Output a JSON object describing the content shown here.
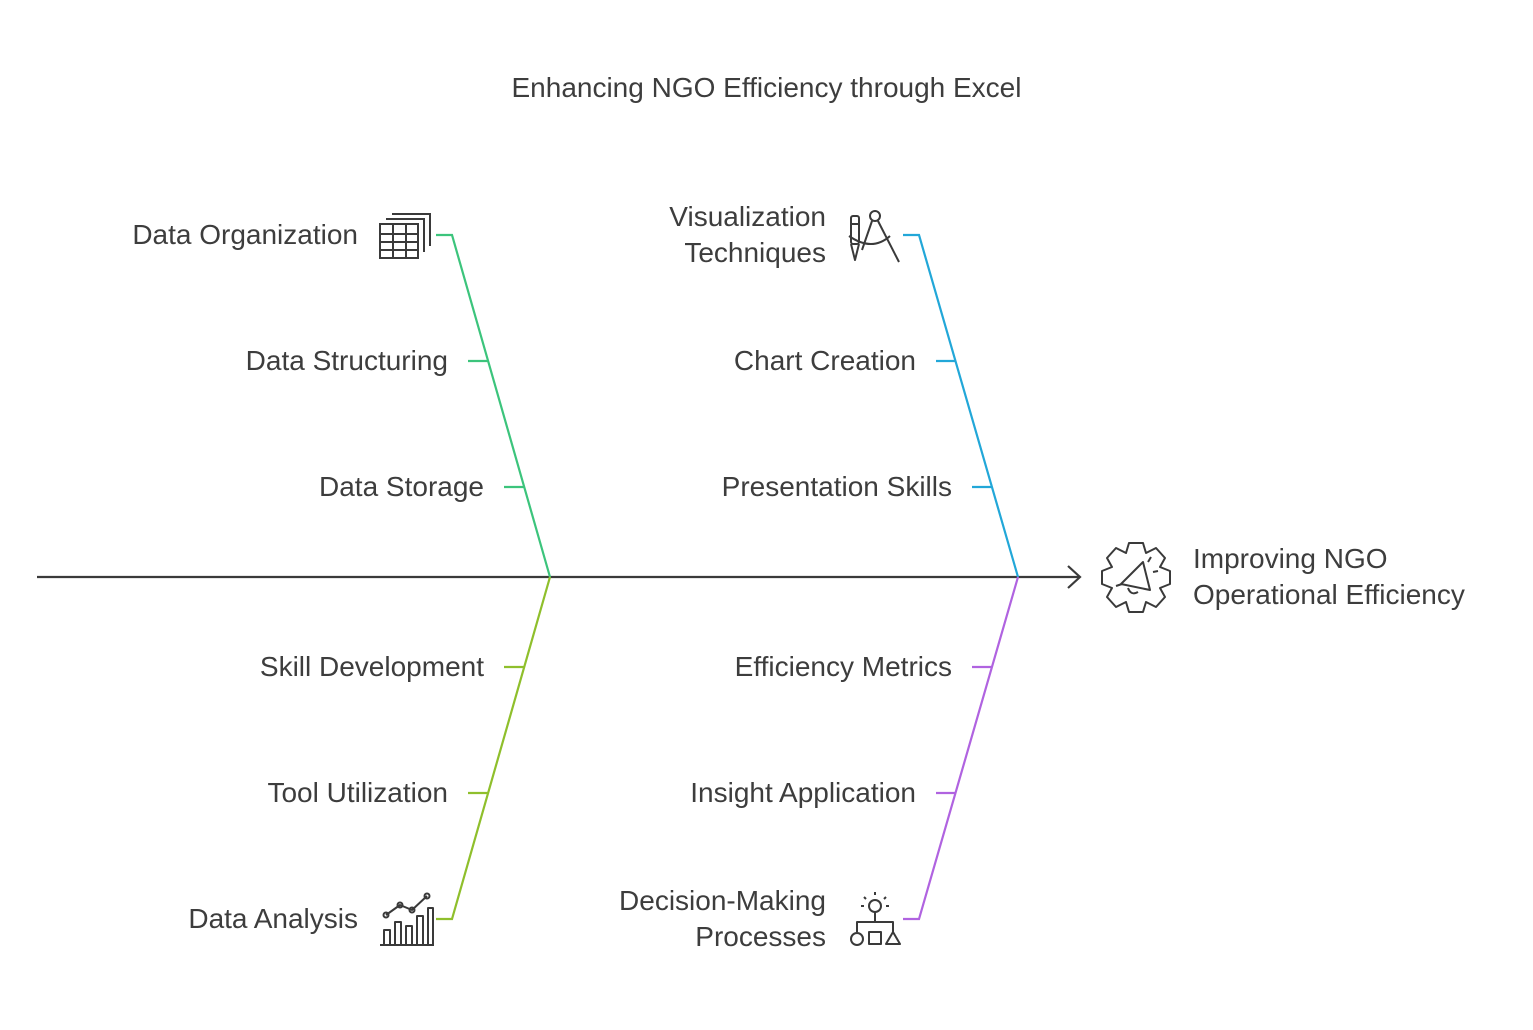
{
  "title": "Enhancing NGO Efficiency through Excel",
  "effect": {
    "line1": "Improving NGO",
    "line2": "Operational Efficiency",
    "icon": "gear-megaphone-icon"
  },
  "branches": {
    "top_left": {
      "color": "#3cc47c",
      "head": "Data Organization",
      "head_icon": "spreadsheet-icon",
      "items": [
        "Data Structuring",
        "Data Storage"
      ]
    },
    "top_right": {
      "color": "#22a7d8",
      "head_line1": "Visualization",
      "head_line2": "Techniques",
      "head_icon": "drafting-tools-icon",
      "items": [
        "Chart Creation",
        "Presentation Skills"
      ]
    },
    "bottom_left": {
      "color": "#8fbf2c",
      "head": "Data Analysis",
      "head_icon": "bar-line-chart-icon",
      "items": [
        "Skill Development",
        "Tool Utilization"
      ]
    },
    "bottom_right": {
      "color": "#b063e0",
      "head_line1": "Decision-Making",
      "head_line2": "Processes",
      "head_icon": "decision-lightbulb-icon",
      "items": [
        "Efficiency Metrics",
        "Insight Application"
      ]
    }
  },
  "spine_color": "#3a3a3a"
}
